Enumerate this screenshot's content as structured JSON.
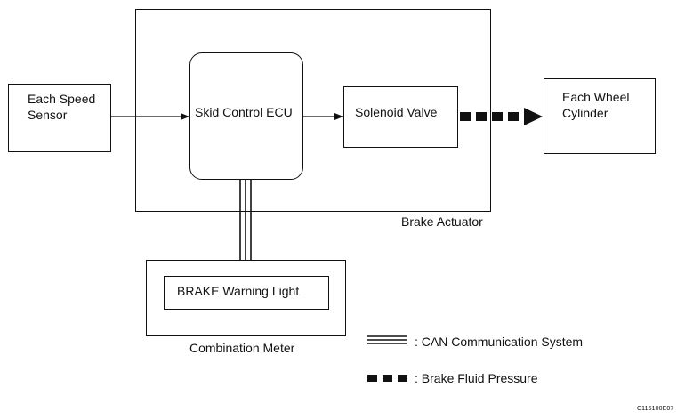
{
  "blocks": {
    "speed_sensor": "Each Speed\nSensor",
    "ecu": "Skid Control ECU",
    "solenoid": "Solenoid Valve",
    "wheel_cylinder": "Each Wheel\nCylinder",
    "brake_actuator": "Brake Actuator",
    "warning_light": "BRAKE Warning Light",
    "combination_meter": "Combination Meter"
  },
  "legend": {
    "can": ": CAN Communication System",
    "fluid": ": Brake Fluid Pressure"
  },
  "figure_code": "C115100E07"
}
